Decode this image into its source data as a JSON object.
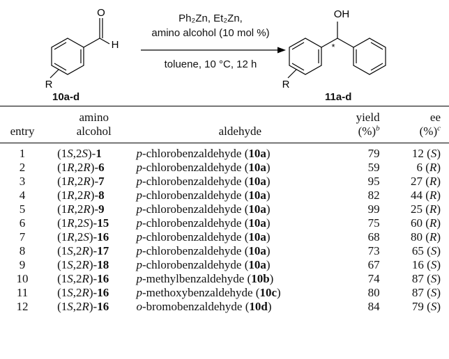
{
  "scheme": {
    "reagents_line1": "Ph₂Zn, Et₂Zn,",
    "reagents_line2": "amino alcohol (10 mol %)",
    "conditions": "toluene, 10 °C, 12 h",
    "reactant_label": "10a-d",
    "product_label": "11a-d",
    "atoms": {
      "carbonyl_o": "O",
      "aldehyde_h": "H",
      "substituent_left": "R",
      "hydroxyl": "OH",
      "stereocenter": "*",
      "substituent_right": "R"
    }
  },
  "table": {
    "headers": {
      "entry": "entry",
      "amino_line1": "amino",
      "amino_line2": "alcohol",
      "aldehyde": "aldehyde",
      "yield_line1": "yield",
      "yield_unit": "(%)",
      "yield_note": "b",
      "ee_line1": "ee",
      "ee_unit": "(%)",
      "ee_note": "c"
    },
    "rows": [
      {
        "entry": "1",
        "c1": "1",
        "l1": "S",
        "c2": "2",
        "l2": "S",
        "cmpd": "1",
        "prefix": "p",
        "ald": "-chlorobenzaldehyde",
        "ald_cmpd": "10a",
        "yield": "79",
        "ee": "12",
        "conf": "S"
      },
      {
        "entry": "2",
        "c1": "1",
        "l1": "R",
        "c2": "2",
        "l2": "R",
        "cmpd": "6",
        "prefix": "p",
        "ald": "-chlorobenzaldehyde",
        "ald_cmpd": "10a",
        "yield": "59",
        "ee": "6",
        "conf": "R"
      },
      {
        "entry": "3",
        "c1": "1",
        "l1": "R",
        "c2": "2",
        "l2": "R",
        "cmpd": "7",
        "prefix": "p",
        "ald": "-chlorobenzaldehyde",
        "ald_cmpd": "10a",
        "yield": "95",
        "ee": "27",
        "conf": "R"
      },
      {
        "entry": "4",
        "c1": "1",
        "l1": "R",
        "c2": "2",
        "l2": "R",
        "cmpd": "8",
        "prefix": "p",
        "ald": "-chlorobenzaldehyde",
        "ald_cmpd": "10a",
        "yield": "82",
        "ee": "44",
        "conf": "R"
      },
      {
        "entry": "5",
        "c1": "1",
        "l1": "R",
        "c2": "2",
        "l2": "R",
        "cmpd": "9",
        "prefix": "p",
        "ald": "-chlorobenzaldehyde",
        "ald_cmpd": "10a",
        "yield": "99",
        "ee": "25",
        "conf": "R"
      },
      {
        "entry": "6",
        "c1": "1",
        "l1": "R",
        "c2": "2",
        "l2": "S",
        "cmpd": "15",
        "prefix": "p",
        "ald": "-chlorobenzaldehyde",
        "ald_cmpd": "10a",
        "yield": "75",
        "ee": "60",
        "conf": "R"
      },
      {
        "entry": "7",
        "c1": "1",
        "l1": "R",
        "c2": "2",
        "l2": "S",
        "cmpd": "16",
        "prefix": "p",
        "ald": "-chlorobenzaldehyde",
        "ald_cmpd": "10a",
        "yield": "68",
        "ee": "80",
        "conf": "R"
      },
      {
        "entry": "8",
        "c1": "1",
        "l1": "S",
        "c2": "2",
        "l2": "R",
        "cmpd": "17",
        "prefix": "p",
        "ald": "-chlorobenzaldehyde",
        "ald_cmpd": "10a",
        "yield": "73",
        "ee": "65",
        "conf": "S"
      },
      {
        "entry": "9",
        "c1": "1",
        "l1": "S",
        "c2": "2",
        "l2": "R",
        "cmpd": "18",
        "prefix": "p",
        "ald": "-chlorobenzaldehyde",
        "ald_cmpd": "10a",
        "yield": "67",
        "ee": "16",
        "conf": "S"
      },
      {
        "entry": "10",
        "c1": "1",
        "l1": "S",
        "c2": "2",
        "l2": "R",
        "cmpd": "16",
        "prefix": "p",
        "ald": "-methylbenzaldehyde",
        "ald_cmpd": "10b",
        "yield": "74",
        "ee": "87",
        "conf": "S"
      },
      {
        "entry": "11",
        "c1": "1",
        "l1": "S",
        "c2": "2",
        "l2": "R",
        "cmpd": "16",
        "prefix": "p",
        "ald": "-methoxybenzaldehyde",
        "ald_cmpd": "10c",
        "yield": "80",
        "ee": "87",
        "conf": "S"
      },
      {
        "entry": "12",
        "c1": "1",
        "l1": "S",
        "c2": "2",
        "l2": "R",
        "cmpd": "16",
        "prefix": "o",
        "ald": "-bromobenzaldehyde",
        "ald_cmpd": "10d",
        "yield": "84",
        "ee": "79",
        "conf": "S"
      }
    ]
  }
}
